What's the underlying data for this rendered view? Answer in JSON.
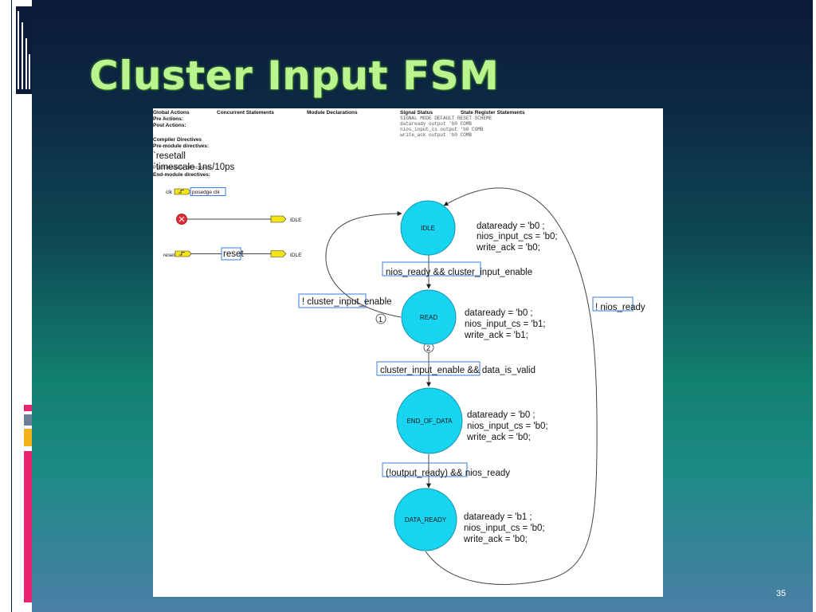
{
  "slide": {
    "title": "Cluster Input FSM",
    "page_number": "35",
    "accent_colors": [
      "#e8236f",
      "#6d7f99",
      "#f6b21a",
      "#b9f48f"
    ]
  },
  "header": {
    "global_actions": "Global Actions",
    "pre_actions": "Pre Actions:",
    "post_actions": "Post Actions:",
    "concurrent_statements": "Concurrent Statements",
    "module_declarations": "Module Declarations",
    "signal_status": "Signal Status",
    "state_register": "State Register Statements",
    "compiler_directives": "Compiler Directives",
    "pre_module": "Pre-module directives:",
    "resetall": "`resetall",
    "timescale": "`timescale 1ns/10ps",
    "post_module": "Post-module directives:",
    "end_module": "End-module directives:",
    "table_header": "SIGNAL    MODE   DEFAULT  RESET  SCHEME",
    "table_rows": [
      "dataready    output  'b0       COMB",
      "nios_input_cs  output  'b0       COMB",
      "write_ack    output  'b0       COMB"
    ]
  },
  "clock": {
    "label": "clk",
    "edge": "posedge clk"
  },
  "reset_section": {
    "async_target": "IDLE",
    "reset_pin": "reset",
    "reset_condition": "reset",
    "reset_target": "IDLE"
  },
  "states": [
    {
      "name": "IDLE",
      "actions": [
        "dataready = 'b0 ;",
        "nios_input_cs = 'b0;",
        "write_ack = 'b0;"
      ]
    },
    {
      "name": "READ",
      "actions": [
        "dataready = 'b0 ;",
        "nios_input_cs = 'b1;",
        "write_ack = 'b1;"
      ]
    },
    {
      "name": "END_OF_DATA",
      "actions": [
        "dataready = 'b0 ;",
        "nios_input_cs = 'b0;",
        "write_ack = 'b0;"
      ]
    },
    {
      "name": "DATA_READY",
      "actions": [
        "dataready = 'b1 ;",
        "nios_input_cs = 'b0;",
        "write_ack = 'b0;"
      ]
    }
  ],
  "transitions": {
    "idle_to_read": "nios_ready  && cluster_input_enable",
    "read_to_idle": "! cluster_input_enable",
    "read_to_end": "cluster_input_enable && data_is_valid",
    "end_to_ready": "(!output_ready) && nios_ready",
    "ready_to_idle": "! nios_ready",
    "priority_1": "1",
    "priority_2": "2"
  }
}
